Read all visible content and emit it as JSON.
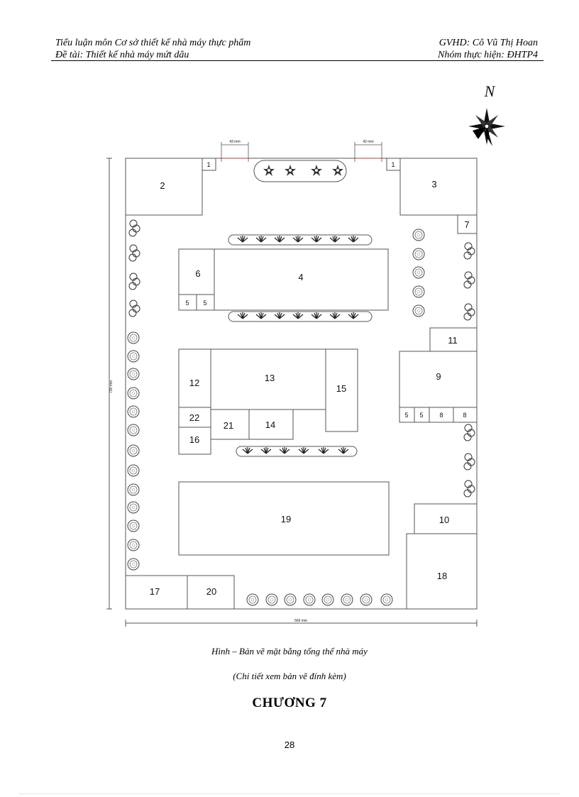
{
  "header": {
    "left_line1": "Tiểu luận môn Cơ sở thiết kế nhà máy thực phẩm",
    "left_line2": "Đề tài: Thiết kế nhà máy mứt dâu",
    "right_line1": "GVHD: Cô Vũ Thị Hoan",
    "right_line2": "Nhóm thực hiện: ĐHTP4"
  },
  "plan": {
    "compass_label": "N",
    "dim_gate_left": "43 mm",
    "dim_gate_right": "42 mm",
    "dim_width": "569 mm",
    "dim_height": "730 mm",
    "labels": {
      "b1a": "1",
      "b1b": "1",
      "b2": "2",
      "b3": "3",
      "b4": "4",
      "b5a": "5",
      "b5b": "5",
      "b5c": "5",
      "b5d": "5",
      "b6": "6",
      "b7": "7",
      "b8a": "8",
      "b8b": "8",
      "b9": "9",
      "b10": "10",
      "b11": "11",
      "b12": "12",
      "b13": "13",
      "b14": "14",
      "b15": "15",
      "b16": "16",
      "b17": "17",
      "b18": "18",
      "b19": "19",
      "b20": "20",
      "b21": "21",
      "b22": "22"
    }
  },
  "caption1": "Hình – Bản vẽ mặt bằng tổng thể nhà máy",
  "caption2": "(Chi tiết xem bản vẽ đính kèm)",
  "chapter": "CHƯƠNG 7",
  "page_number": "28"
}
